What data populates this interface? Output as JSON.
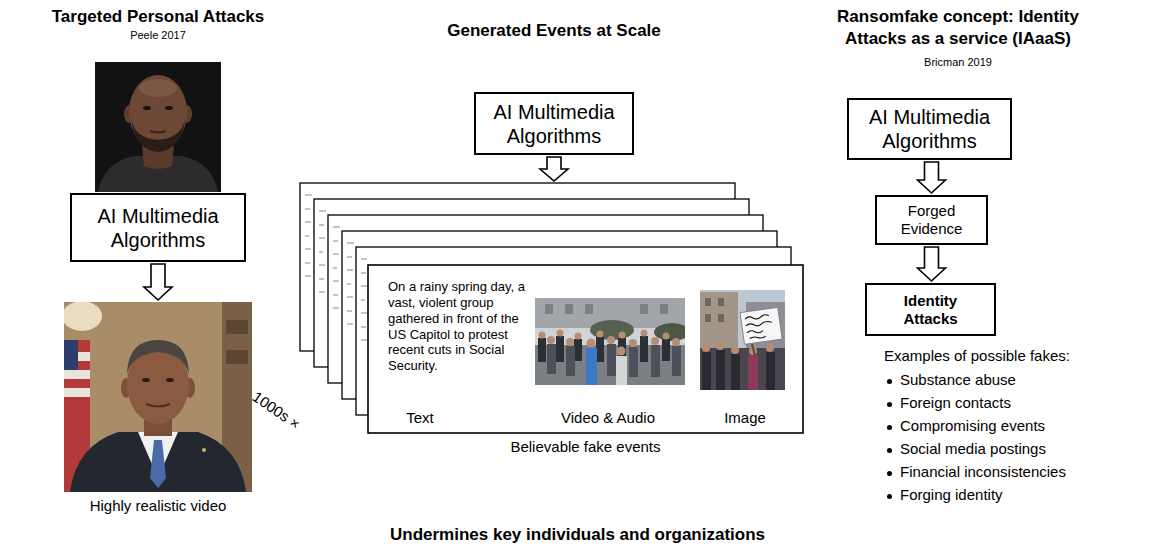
{
  "diagram": {
    "caption": "Undermines key individuals and organizations",
    "nodes": [
      {
        "text": [
          "AI Multimedia Algorithms"
        ]
      },
      {
        "text": [
          "Highly realistic video"
        ]
      },
      {
        "text": [
          "AI Multimedia Algorithms"
        ]
      },
      {
        "text": [
          "On a rainy spring day, a vast, violent group gathered in front of the US Capitol to protest recent cuts in Social Security.",
          "Text",
          "Video & Audio",
          "Image",
          "Believable fake events"
        ]
      },
      {
        "text": [
          "AI Multimedia Algorithms"
        ]
      },
      {
        "text": [
          "Forged Evidence"
        ]
      },
      {
        "text": [
          "Identity Attacks"
        ]
      }
    ],
    "edges": [
      {
        "from": 0,
        "to": 1,
        "arrow": "to"
      },
      {
        "from": 2,
        "to": 3,
        "arrow": "to"
      },
      {
        "from": 4,
        "to": 5,
        "arrow": "to"
      },
      {
        "from": 5,
        "to": 6,
        "arrow": "to"
      }
    ],
    "labels": [
      "Targeted Personal Attacks",
      "Peele 2017",
      "Generated Events at Scale",
      "Ransomfake concept: Identity Attacks as a service (IAaaS)",
      "Bricman 2019",
      "1000s ×",
      "Examples of possible fakes:",
      "Substance abuse",
      "Foreign contacts",
      "Compromising events",
      "Social media postings",
      "Financial inconsistencies",
      "Forging identity"
    ]
  }
}
